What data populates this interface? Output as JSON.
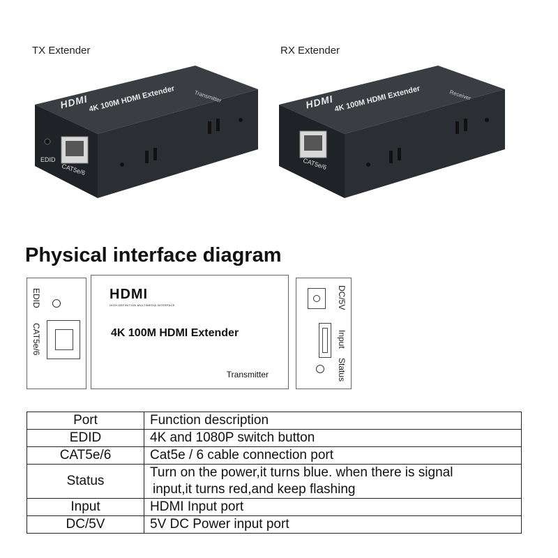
{
  "devices": {
    "tx_label": "TX Extender",
    "rx_label": "RX Extender",
    "tx": {
      "top_text": "4K 100M HDMI Extender",
      "side_text": "Transmitter",
      "edid": "EDID",
      "port": "CAT5e/6"
    },
    "rx": {
      "top_text": "4K 100M HDMI Extender",
      "side_text": "Receiver",
      "port": "CAT5e/6"
    },
    "brand": "HDMI"
  },
  "diagram": {
    "heading": "Physical interface diagram",
    "left_panel": {
      "edid": "EDID",
      "port": "CAT5e/6"
    },
    "front_panel": {
      "brand": "HDMI",
      "brand_tagline": "HIGH-DEFINITION MULTIMEDIA INTERFACE",
      "title": "4K 100M HDMI Extender",
      "subtitle": "Transmitter"
    },
    "right_panel": {
      "dc": "DC/5V",
      "input": "Input",
      "status": "Status"
    }
  },
  "table": {
    "headers": [
      "Port",
      "Function description"
    ],
    "rows": [
      {
        "port": "EDID",
        "desc": "4K and 1080P switch button"
      },
      {
        "port": "CAT5e/6",
        "desc": "Cat5e / 6 cable connection port"
      },
      {
        "port": "Status",
        "desc": "Turn on the power,it turns blue. when there is signal",
        "desc2": "input,it turns red,and keep flashing"
      },
      {
        "port": "Input",
        "desc": "HDMI Input port"
      },
      {
        "port": "DC/5V",
        "desc": "5V DC Power input port"
      }
    ]
  },
  "colors": {
    "device_body": "#2b2e33",
    "device_top": "#3a3d42",
    "text": "#111111"
  }
}
